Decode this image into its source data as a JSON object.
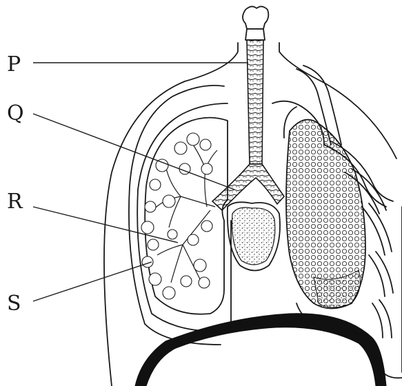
{
  "labels": [
    {
      "id": "P",
      "text": "P"
    },
    {
      "id": "Q",
      "text": "Q"
    },
    {
      "id": "R",
      "text": "R"
    },
    {
      "id": "S",
      "text": "S"
    }
  ],
  "colors": {
    "ink": "#1a1a1a",
    "paper": "#ffffff",
    "diaphragm": "#111111"
  }
}
